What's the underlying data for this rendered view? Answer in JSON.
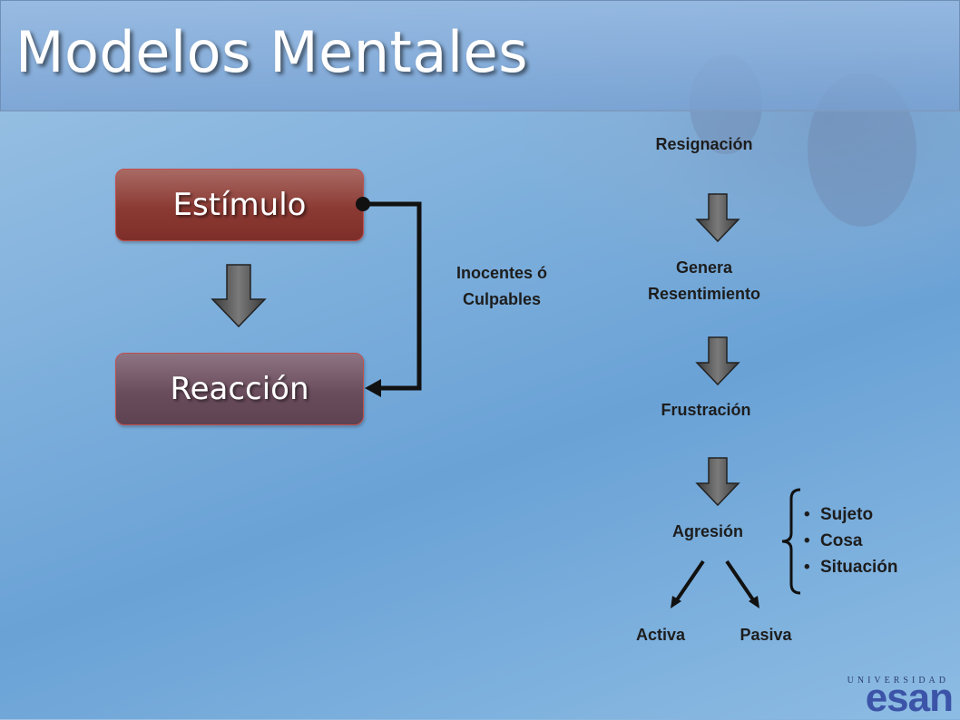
{
  "title": "Modelos Mentales",
  "left_flow": {
    "stimulus": "Estímulo",
    "reaction": "Reacción",
    "connector_label_line1": "Inocentes ó",
    "connector_label_line2": "Culpables"
  },
  "right_flow": {
    "step1": "Resignación",
    "step2_line1": "Genera",
    "step2_line2": "Resentimiento",
    "step3": "Frustración",
    "step4": "Agresión",
    "branch_left": "Activa",
    "branch_right": "Pasiva",
    "targets": [
      "Sujeto",
      "Cosa",
      "Situación"
    ]
  },
  "logo": {
    "university": "UNIVERSIDAD",
    "name": "esan"
  }
}
